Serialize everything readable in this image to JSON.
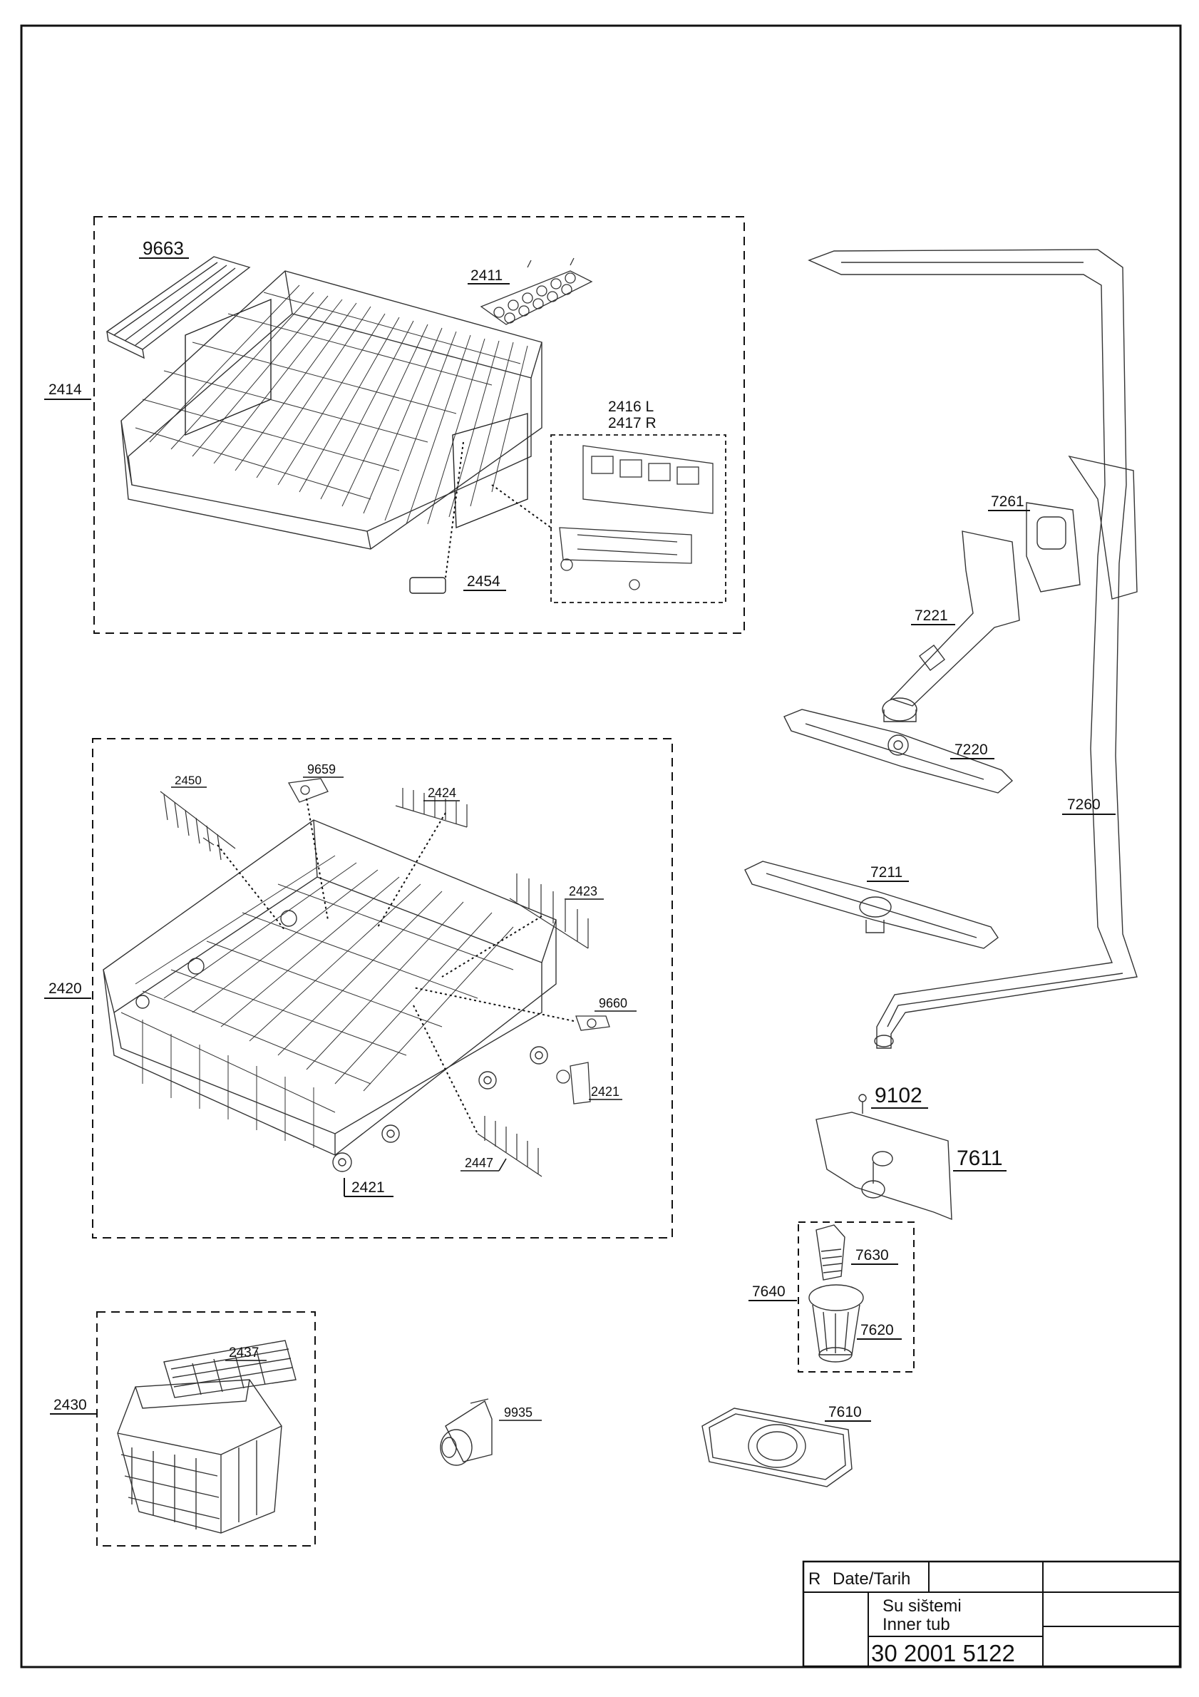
{
  "parts": {
    "p9663": "9663",
    "p2411": "2411",
    "p2414": "2414",
    "p2416": "2416 L",
    "p2417": "2417 R",
    "p2454": "2454",
    "p9659": "9659",
    "p2450": "2450",
    "p2424": "2424",
    "p2423": "2423",
    "p2420": "2420",
    "p9660": "9660",
    "p2421a": "2421",
    "p2421b": "2421",
    "p2447": "2447",
    "p2437": "2437",
    "p2430": "2430",
    "p9935": "9935",
    "p7261": "7261",
    "p7221": "7221",
    "p7220": "7220",
    "p7260": "7260",
    "p7211": "7211",
    "p9102": "9102",
    "p7611": "7611",
    "p7630": "7630",
    "p7640": "7640",
    "p7620": "7620",
    "p7610": "7610"
  },
  "title_block": {
    "rev": "R",
    "date_label": "Date/Tarih",
    "title_tr": "Su sis̆temi",
    "title_en": "Inner tub",
    "drawing_no": "30 2001 5122"
  }
}
